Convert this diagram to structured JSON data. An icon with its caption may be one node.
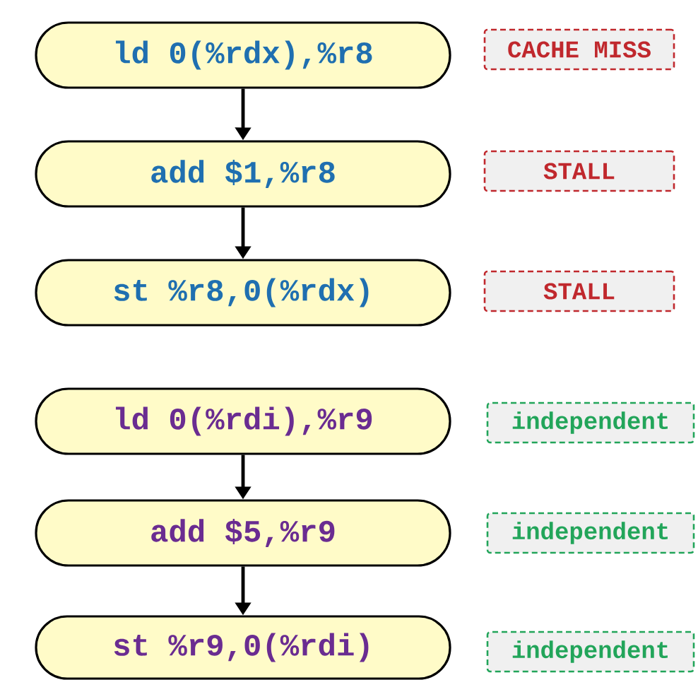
{
  "diagram": {
    "nodes": [
      {
        "text": [
          "ld 0(%rdx),%r8"
        ]
      },
      {
        "text": [
          "add $1,%r8"
        ]
      },
      {
        "text": [
          "st %r8,0(%rdx)"
        ]
      },
      {
        "text": [
          "ld 0(%rdi),%r9"
        ]
      },
      {
        "text": [
          "add $5,%r9"
        ]
      },
      {
        "text": [
          "st %r9,0(%rdi)"
        ]
      },
      {
        "text": [
          "CACHE MISS"
        ]
      },
      {
        "text": [
          "STALL"
        ]
      },
      {
        "text": [
          "STALL"
        ]
      },
      {
        "text": [
          "independent"
        ]
      },
      {
        "text": [
          "independent"
        ]
      },
      {
        "text": [
          "independent"
        ]
      }
    ],
    "edges": [
      {
        "from": 0,
        "to": 1,
        "arrow": "to"
      },
      {
        "from": 1,
        "to": 2,
        "arrow": "to"
      },
      {
        "from": 3,
        "to": 4,
        "arrow": "to"
      },
      {
        "from": 4,
        "to": 5,
        "arrow": "to"
      }
    ]
  }
}
